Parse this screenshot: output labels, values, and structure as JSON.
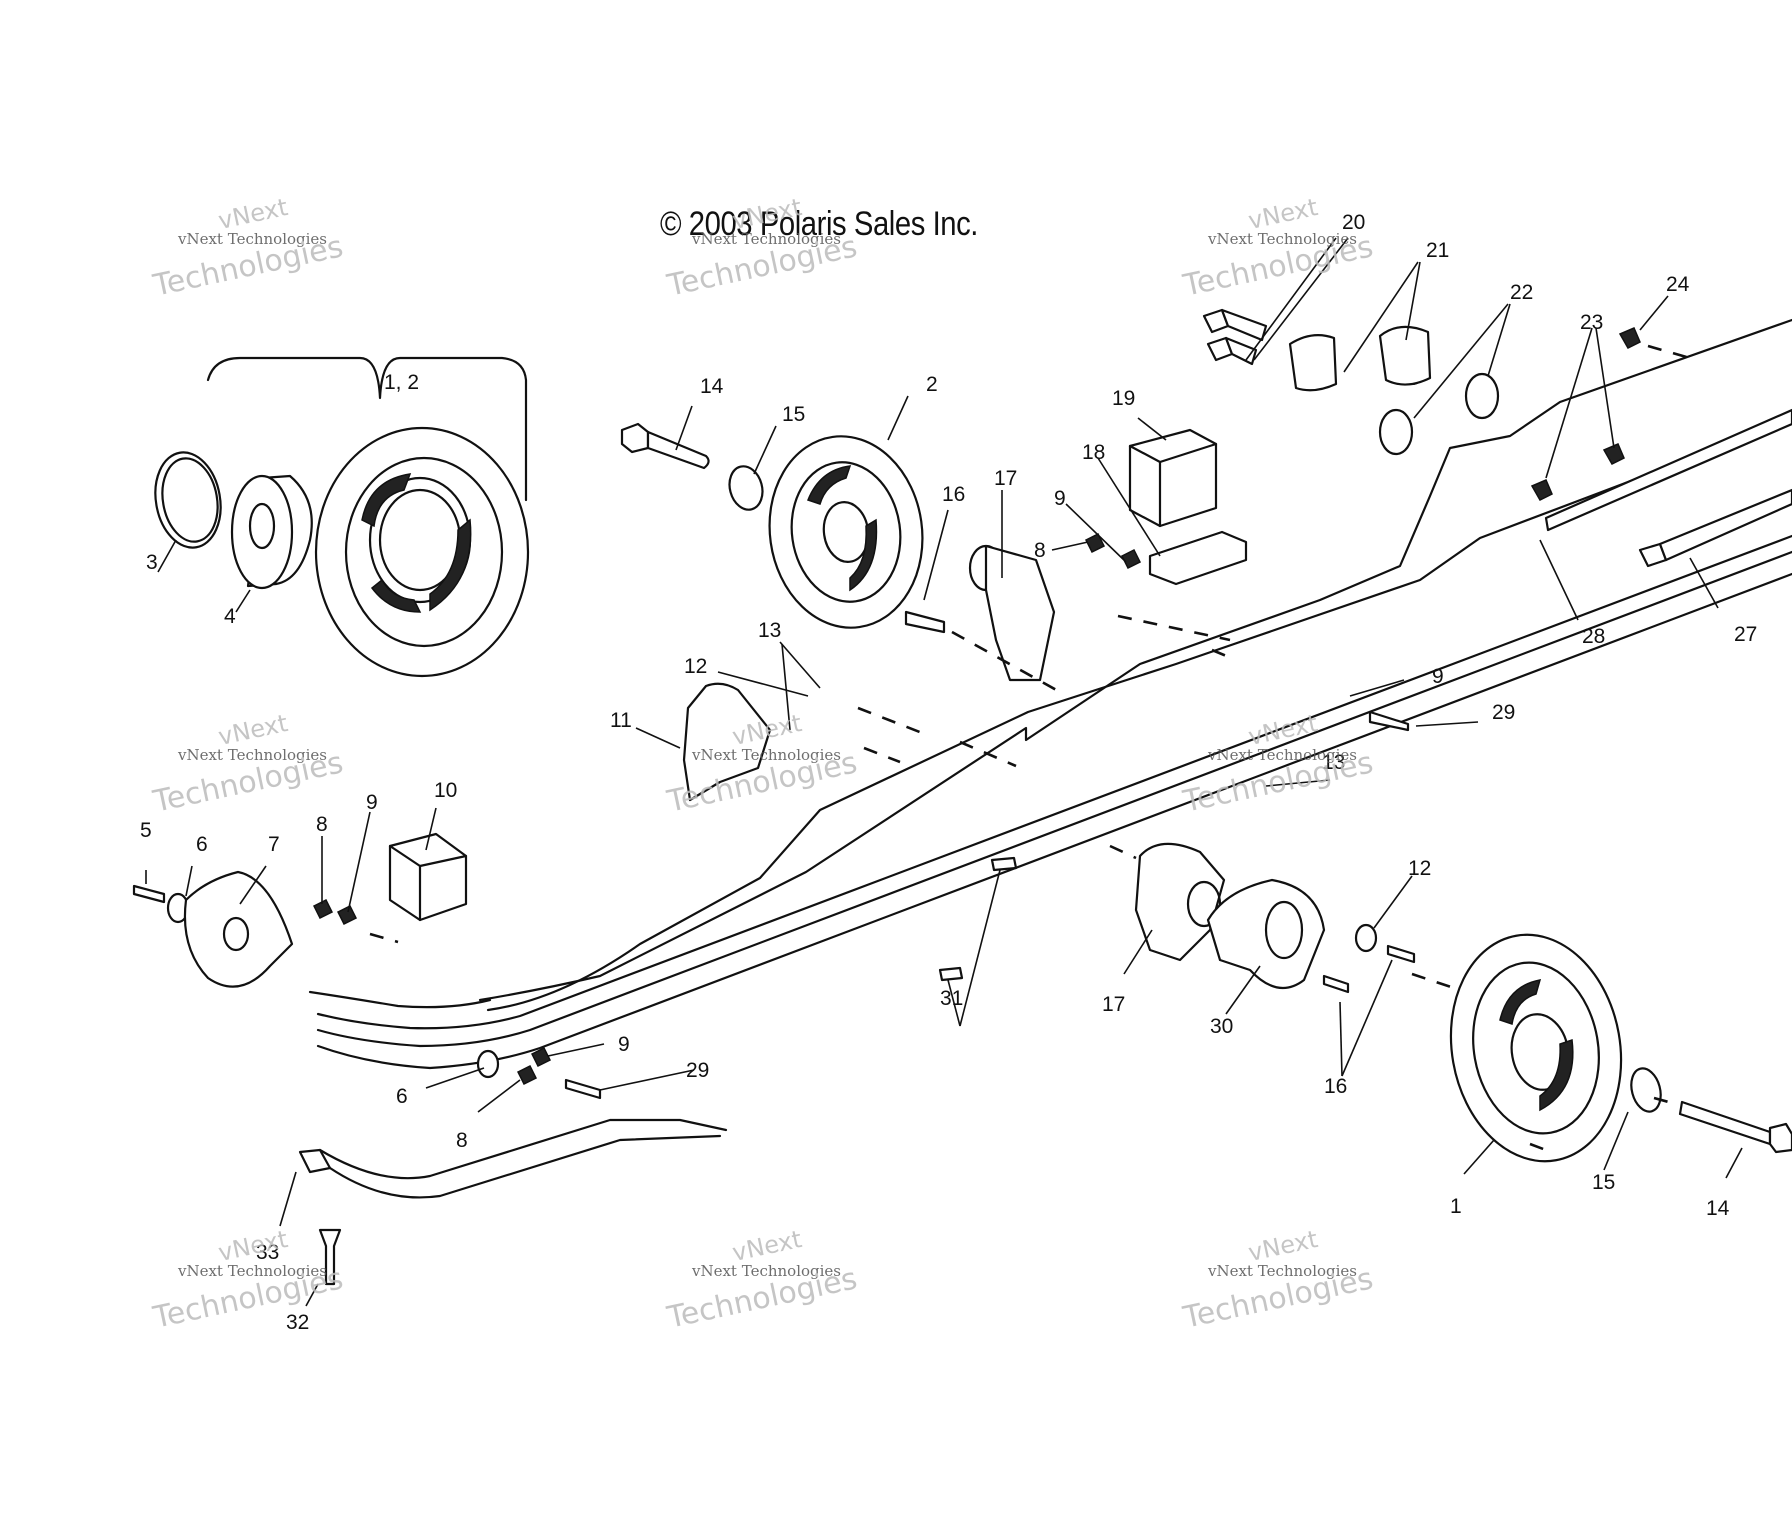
{
  "copyright": "© 2003 Polaris Sales Inc.",
  "watermark": {
    "logo_word": "vNext",
    "small_text": "vNext Technologies",
    "large_text": "Technologies"
  },
  "callouts": [
    {
      "id": "c-1-2",
      "label": "1,  2"
    },
    {
      "id": "c-3",
      "label": "3"
    },
    {
      "id": "c-4",
      "label": "4"
    },
    {
      "id": "c-14a",
      "label": "14"
    },
    {
      "id": "c-15a",
      "label": "15"
    },
    {
      "id": "c-2",
      "label": "2"
    },
    {
      "id": "c-16a",
      "label": "16"
    },
    {
      "id": "c-17a",
      "label": "17"
    },
    {
      "id": "c-19",
      "label": "19"
    },
    {
      "id": "c-18",
      "label": "18"
    },
    {
      "id": "c-9a",
      "label": "9"
    },
    {
      "id": "c-8a",
      "label": "8"
    },
    {
      "id": "c-20",
      "label": "20"
    },
    {
      "id": "c-21",
      "label": "21"
    },
    {
      "id": "c-22",
      "label": "22"
    },
    {
      "id": "c-23",
      "label": "23"
    },
    {
      "id": "c-24",
      "label": "24"
    },
    {
      "id": "c-28",
      "label": "28"
    },
    {
      "id": "c-27",
      "label": "27"
    },
    {
      "id": "c-13a",
      "label": "13"
    },
    {
      "id": "c-12a",
      "label": "12"
    },
    {
      "id": "c-11",
      "label": "11"
    },
    {
      "id": "c-9b",
      "label": "9"
    },
    {
      "id": "c-29a",
      "label": "29"
    },
    {
      "id": "c-13b",
      "label": "13"
    },
    {
      "id": "c-5",
      "label": "5"
    },
    {
      "id": "c-6a",
      "label": "6"
    },
    {
      "id": "c-7",
      "label": "7"
    },
    {
      "id": "c-8b",
      "label": "8"
    },
    {
      "id": "c-9c",
      "label": "9"
    },
    {
      "id": "c-10",
      "label": "10"
    },
    {
      "id": "c-12b",
      "label": "12"
    },
    {
      "id": "c-31",
      "label": "31"
    },
    {
      "id": "c-17b",
      "label": "17"
    },
    {
      "id": "c-30",
      "label": "30"
    },
    {
      "id": "c-16b",
      "label": "16"
    },
    {
      "id": "c-9d",
      "label": "9"
    },
    {
      "id": "c-29b",
      "label": "29"
    },
    {
      "id": "c-6b",
      "label": "6"
    },
    {
      "id": "c-8c",
      "label": "8"
    },
    {
      "id": "c-1",
      "label": "1"
    },
    {
      "id": "c-15b",
      "label": "15"
    },
    {
      "id": "c-14b",
      "label": "14"
    },
    {
      "id": "c-33",
      "label": "33"
    },
    {
      "id": "c-32",
      "label": "32"
    }
  ]
}
